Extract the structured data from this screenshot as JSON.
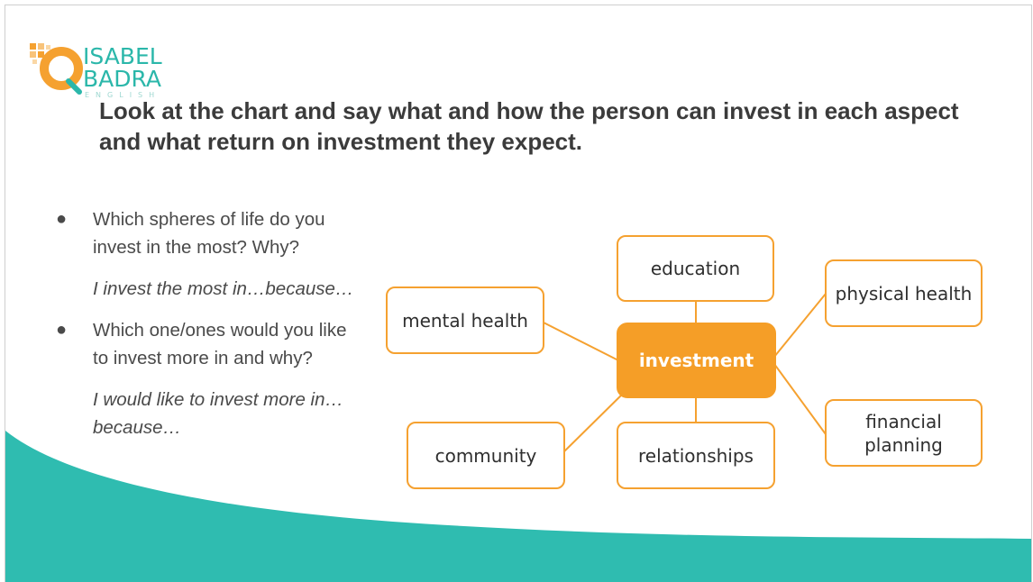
{
  "logo": {
    "line1": "ISABEL",
    "line2": "BADRA",
    "line3": "ENGLISH",
    "icon": "isabel-badra-logo-icon"
  },
  "heading": {
    "line1": "Look at the chart and say what and how the person can invest in each aspect",
    "line2": "and what return on investment they expect."
  },
  "questions": [
    {
      "bullet": "●",
      "question": "Which spheres of life do you invest in the most? Why?",
      "answer": "I invest the most in…because…"
    },
    {
      "bullet": "●",
      "question": "Which one/ones would you like to invest more in and why?",
      "answer": "I would like to invest more in…because…"
    }
  ],
  "mindmap": {
    "center": "investment",
    "nodes": {
      "education": "education",
      "physical_health": "physical health",
      "mental_health": "mental health",
      "financial_planning": "financial planning",
      "community": "community",
      "relationships": "relationships"
    }
  },
  "colors": {
    "accent_orange": "#f59e27",
    "teal": "#2fbcb0",
    "heading_text": "#3b3b3b"
  }
}
